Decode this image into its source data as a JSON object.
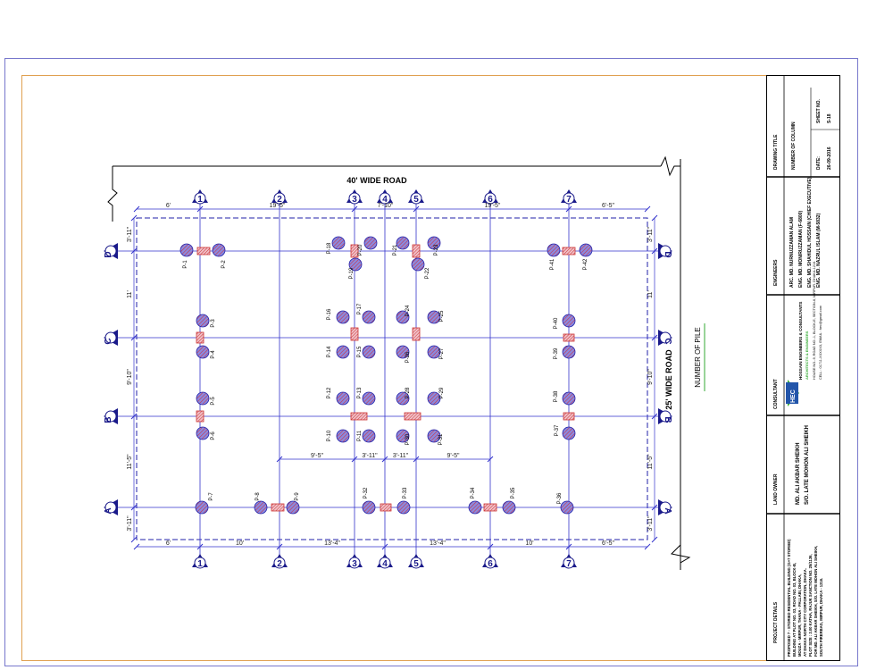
{
  "drawing": {
    "road_top": "40' WIDE ROAD",
    "road_right": "25' WIDE ROAD",
    "plan_caption": "NUMBER OF PILE"
  },
  "colors": {
    "grid_line": "#3333cc",
    "pile_fill": "#7a7ad0",
    "pile_hatch": "#cc3344",
    "pile_cap": "#cc3333",
    "caption_underline": "#33aa33",
    "frame_outer": "#7777cc",
    "frame_inner": "#e0a050",
    "logo_blue": "#2255aa",
    "logo_green": "#33aa33"
  },
  "grid": {
    "columns": [
      "1",
      "2",
      "3",
      "4",
      "5",
      "6",
      "7"
    ],
    "rows": [
      "A",
      "B",
      "C",
      "D"
    ],
    "dim_top": [
      "6'",
      "19'-5\"",
      "7'-10\"",
      "19'-5\"",
      "6'-5\""
    ],
    "dim_bottom": [
      "6'",
      "10'",
      "13'-4\"",
      "13'-4\"",
      "10'",
      "6'-5\""
    ],
    "dim_left": [
      "3'-11\"",
      "11'",
      "9'-10\"",
      "11'-5\"",
      "3'-11\""
    ],
    "dim_right": [
      "3'-11\"",
      "11'",
      "9'-10\"",
      "11'-5\"",
      "3'-11\""
    ],
    "dim_mid": [
      "9'-5\"",
      "3'-11\"",
      "3'-11\"",
      "9'-5\""
    ]
  },
  "piles": [
    "P-1",
    "P-2",
    "P-3",
    "P-4",
    "P-5",
    "P-6",
    "P-7",
    "P-8",
    "P-9",
    "P-10",
    "P-11",
    "P-12",
    "P-13",
    "P-14",
    "P-15",
    "P-16",
    "P-17",
    "P-18",
    "P-19",
    "P-20",
    "P-21",
    "P-22",
    "P-23",
    "P-24",
    "P-25",
    "P-26",
    "P-27",
    "P-28",
    "P-29",
    "P-30",
    "P-31",
    "P-32",
    "P-33",
    "P-34",
    "P-35",
    "P-36",
    "P-37",
    "P-38",
    "P-39",
    "P-40",
    "P-41",
    "P-42"
  ],
  "title_block": {
    "drawing_title_heading": "DRAWING TITLE",
    "drawing_title": "NUMBER OF COLUMN",
    "date_label": "DATE:",
    "date": "26-09-2016",
    "sheet_label": "SHEET NO.",
    "sheet_no": "S-18",
    "engineers_heading": "ENGINEERS",
    "engineers": [
      "ARC. MD. NURNUZZAMAN ALAM",
      "ENG. MD. MONIRUZZAMAN (F-6800)",
      "ENG. MD. SHAHIDUL HOSSAIN (CHIEF EXECUTIVE)",
      "ENG. MD. NAZRUL ISLAM (M-5832)"
    ],
    "consultant_heading": "CONSULTANT",
    "consultant_logo": "HEC",
    "consultant_name": "HOSSAIN ENGINEERS & CONSULTANTS",
    "consultant_tagline": "ARCHITECTS & ENGINEERS",
    "consultant_address": [
      "HOUSE NO.-9, ROAD NO.-1, BLOCK-E, SECTION-6, MIRPUR, DHAKA-1216.",
      "CELL : 01711-XXXXXX, EMAIL : hec@gmail.com"
    ],
    "land_owner_heading": "LAND OWNER",
    "land_owner": [
      "MD. ALI AKBAR SHEIKH",
      "S/O. LATE MOHON ALI SHEIKH"
    ],
    "project_heading": "PROJECT DETAILS",
    "project_details": [
      "PROPOSED 7 - STORIED RESIDENTIAL BUILDING (G+7 STORIED)",
      "BUILDING AT PLOT NO. 03, ROAD NO. 03, BLOCK-B,",
      "MOUZA - MIRPUR, THANA - PALLABI, DHAKA,",
      "AT DHAKA NORTH CITY CORPORATION, DHAKA.",
      "PLOT SIZE : 3.00 KATHA, RAJUK SANCTION NO. 25/1136,",
      "FOR MD. ALI AKBAR SHEIKH, S/O. LATE MOHON ALI SHEIKH,",
      "SOUTH PIRERBAG, MIRPUR, DHAKA - 1216."
    ]
  }
}
